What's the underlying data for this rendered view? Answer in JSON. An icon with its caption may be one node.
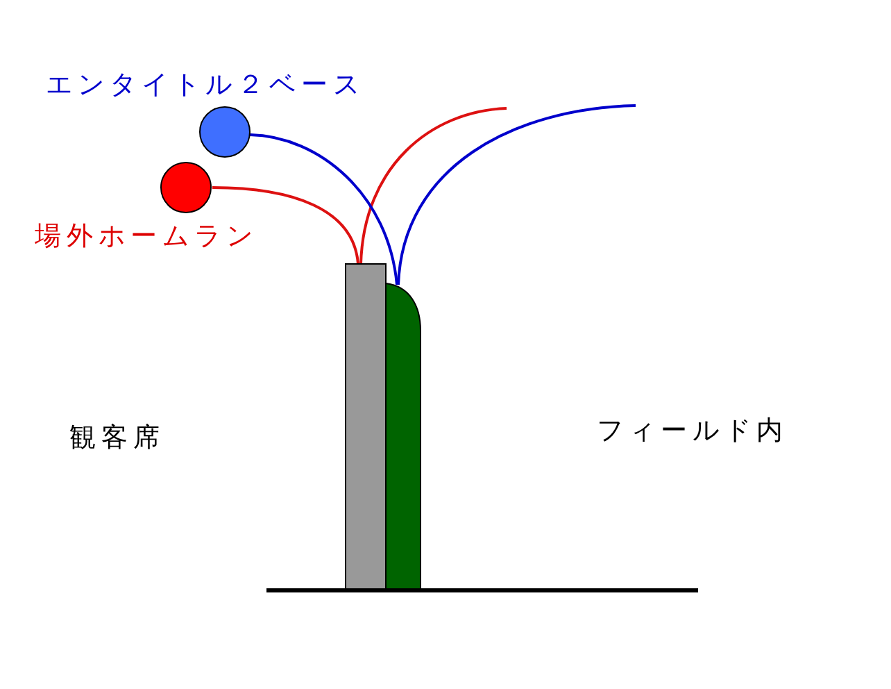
{
  "diagram": {
    "labels": [
      "エンタイトル２ベース",
      "場外ホームラン",
      "観客席",
      "フィールド内"
    ]
  }
}
